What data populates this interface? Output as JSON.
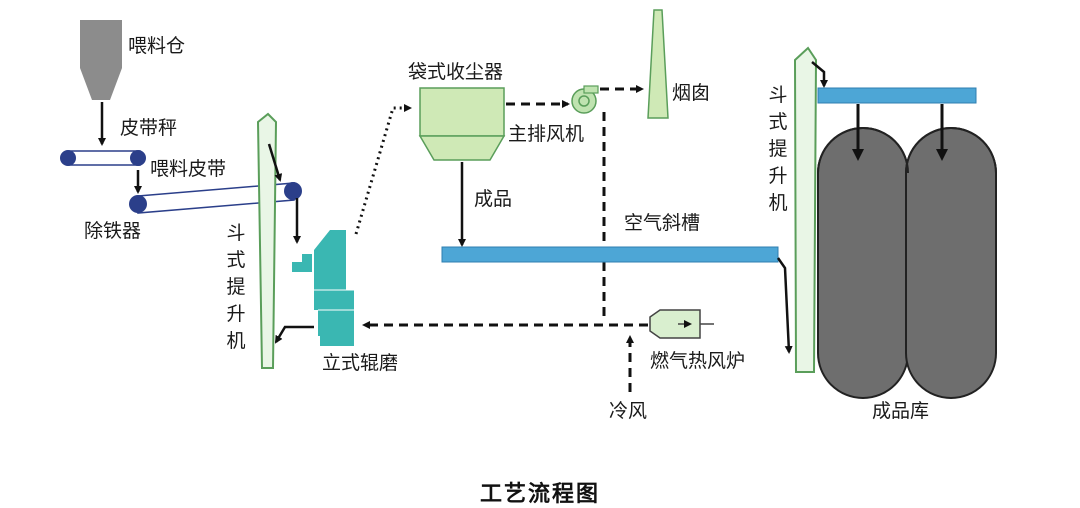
{
  "caption": "工艺流程图",
  "labels": {
    "feed_bin": "喂料仓",
    "belt_scale": "皮带秤",
    "feed_belt": "喂料皮带",
    "iron_remover": "除铁器",
    "elevator_left": "斗式提升机",
    "vertical_mill": "立式辊磨",
    "bag_filter": "袋式收尘器",
    "main_fan": "主排风机",
    "chimney": "烟囱",
    "product": "成品",
    "air_slide": "空气斜槽",
    "gas_furnace": "燃气热风炉",
    "cold_air": "冷风",
    "elevator_right": "斗式提升机",
    "product_silo": "成品库"
  },
  "colors": {
    "feed_bin": "#8c8c8c",
    "belt_roller": "#2b3f8a",
    "belt": "#ffffff",
    "elevator": "#e9f6e6",
    "elevator_stroke": "#5a9e5a",
    "mill": "#3ab7b2",
    "bag_filter": "#cfe9b6",
    "air_slide": "#4da6d6",
    "silo": "#6e6e6e",
    "furnace": "#d9efcf",
    "fan": "#bfe3b0"
  }
}
